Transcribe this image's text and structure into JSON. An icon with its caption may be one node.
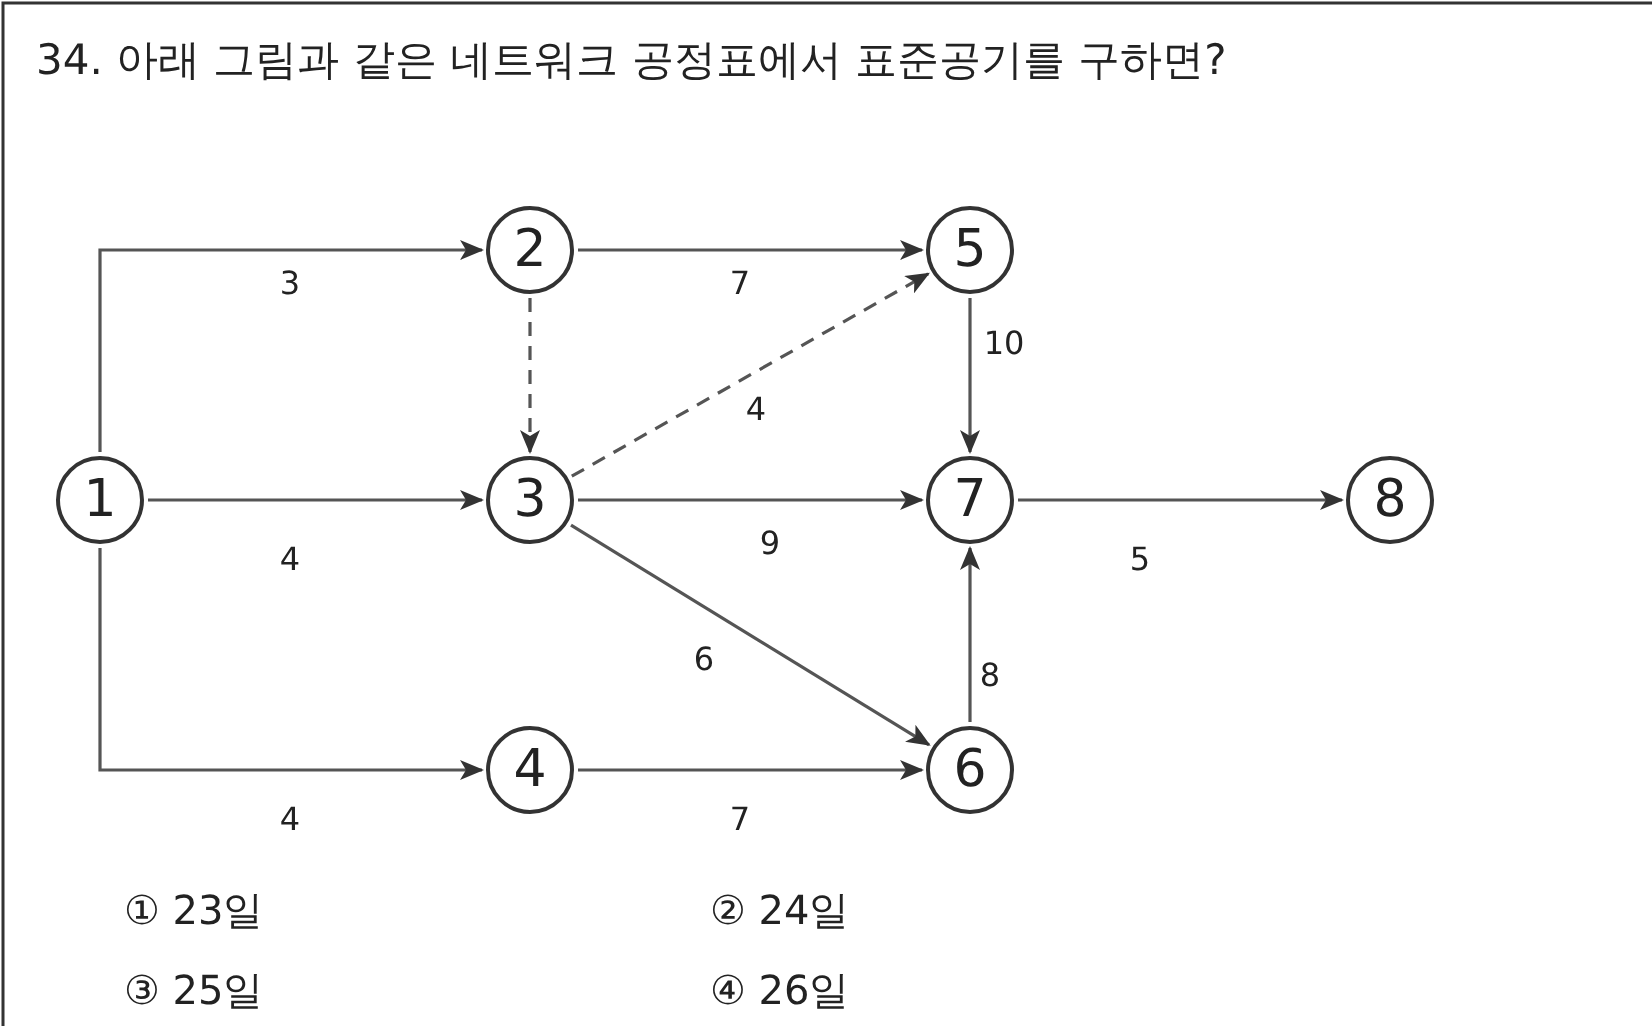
{
  "diagram": {
    "title": "34. 아래 그림과 같은 네트워크 공정표에서 표준공기를 구하면?",
    "nodes": [
      {
        "text": [
          "1"
        ]
      },
      {
        "text": [
          "2"
        ]
      },
      {
        "text": [
          "3"
        ]
      },
      {
        "text": [
          "4"
        ]
      },
      {
        "text": [
          "5"
        ]
      },
      {
        "text": [
          "6"
        ]
      },
      {
        "text": [
          "7"
        ]
      },
      {
        "text": [
          "8"
        ]
      }
    ],
    "edges": [
      {
        "from": 0,
        "to": 1,
        "arrow": "to",
        "label": "3"
      },
      {
        "from": 0,
        "to": 2,
        "arrow": "to",
        "label": "4"
      },
      {
        "from": 0,
        "to": 3,
        "arrow": "to",
        "label": "4"
      },
      {
        "from": 1,
        "to": 4,
        "arrow": "to",
        "label": "7"
      },
      {
        "from": 1,
        "to": 2,
        "arrow": "to",
        "style": "dashed"
      },
      {
        "from": 2,
        "to": 4,
        "arrow": "to",
        "style": "dashed",
        "label": "4"
      },
      {
        "from": 2,
        "to": 6,
        "arrow": "to",
        "label": "9"
      },
      {
        "from": 2,
        "to": 5,
        "arrow": "to",
        "label": "6"
      },
      {
        "from": 4,
        "to": 6,
        "arrow": "to",
        "label": "10"
      },
      {
        "from": 5,
        "to": 6,
        "arrow": "to",
        "label": "8"
      },
      {
        "from": 3,
        "to": 5,
        "arrow": "to",
        "label": "7"
      },
      {
        "from": 6,
        "to": 7,
        "arrow": "to",
        "label": "5"
      }
    ],
    "labels": [
      "① 23일",
      "② 24일",
      "③ 25일",
      "④ 26일"
    ]
  }
}
